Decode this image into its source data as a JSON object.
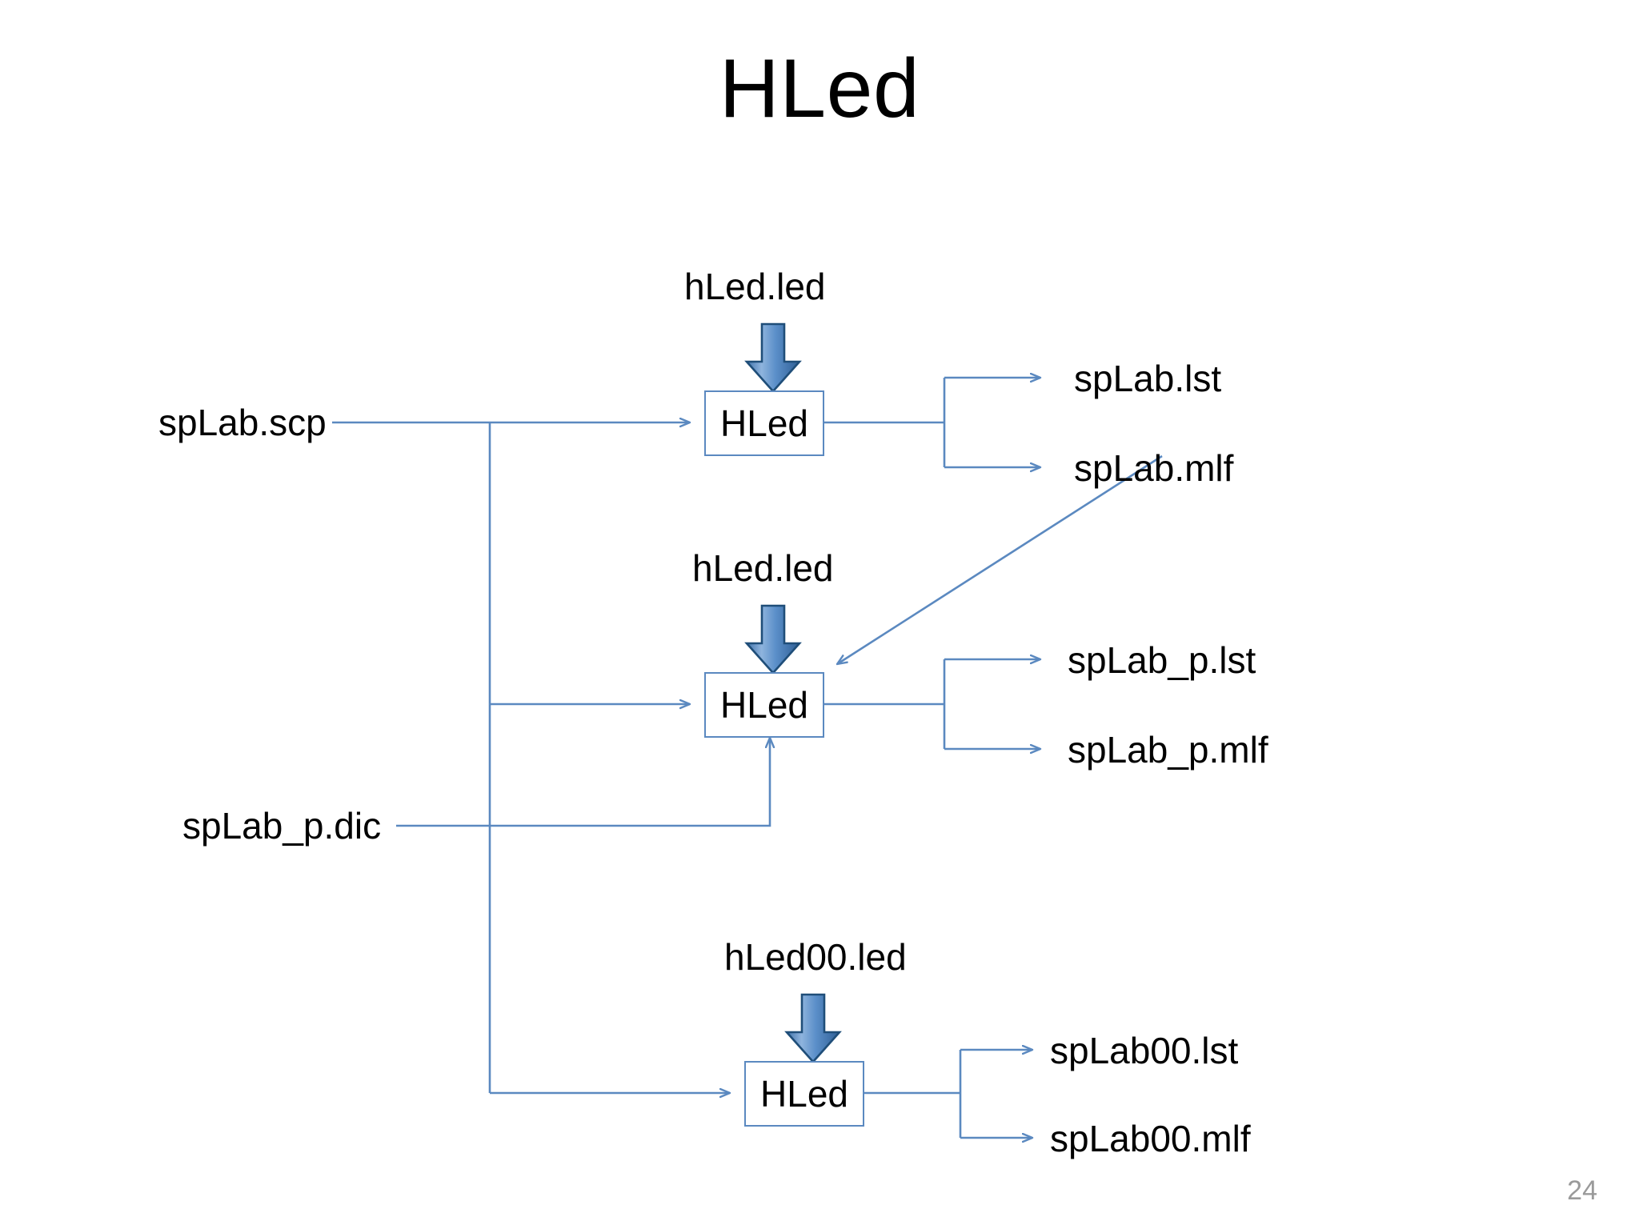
{
  "slide": {
    "title": "HLed",
    "page_number": "24",
    "background_color": "#ffffff",
    "wire_color": "#5b89c0",
    "block_arrow_outline": "#1f4e79",
    "block_arrow_fill": "#5b8fc9",
    "text_color": "#000000",
    "page_number_color": "#9a9a9a"
  },
  "diagram": {
    "type": "flow-diagram",
    "nodes": [
      {
        "id": "hled-1",
        "label": "HLed"
      },
      {
        "id": "hled-2",
        "label": "HLed"
      },
      {
        "id": "hled-3",
        "label": "HLed"
      }
    ],
    "config_inputs": [
      {
        "id": "cfg-1",
        "label": "hLed.led",
        "target": "hled-1"
      },
      {
        "id": "cfg-2",
        "label": "hLed.led",
        "target": "hled-2"
      },
      {
        "id": "cfg-3",
        "label": "hLed00.led",
        "target": "hled-3"
      }
    ],
    "left_inputs": [
      {
        "id": "in-scp",
        "label": "spLab.scp",
        "targets": [
          "hled-1",
          "hled-2",
          "hled-3"
        ]
      },
      {
        "id": "in-dic",
        "label": "spLab_p.dic",
        "targets": [
          "hled-2"
        ]
      }
    ],
    "outputs": [
      {
        "id": "out-1a",
        "label": "spLab.lst",
        "source": "hled-1"
      },
      {
        "id": "out-1b",
        "label": "spLab.mlf",
        "source": "hled-1"
      },
      {
        "id": "out-2a",
        "label": "spLab_p.lst",
        "source": "hled-2"
      },
      {
        "id": "out-2b",
        "label": "spLab_p.mlf",
        "source": "hled-2"
      },
      {
        "id": "out-3a",
        "label": "spLab00.lst",
        "source": "hled-3"
      },
      {
        "id": "out-3b",
        "label": "spLab00.mlf",
        "source": "hled-3"
      }
    ],
    "feedback_edges": [
      {
        "id": "fb-mlf-to-hled2",
        "from": "out-1b",
        "to": "hled-2"
      }
    ]
  }
}
